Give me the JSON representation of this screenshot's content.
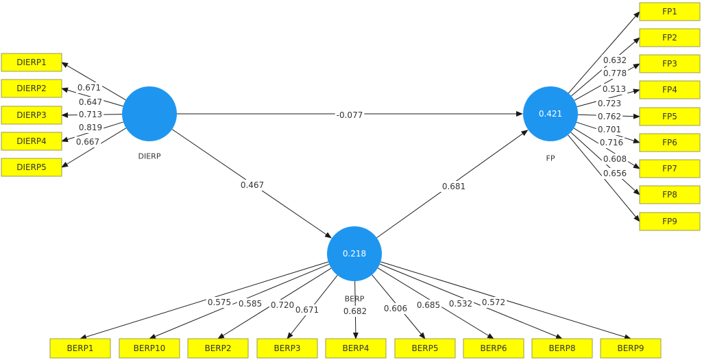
{
  "latents": {
    "DIERP": {
      "label": "DIERP",
      "value": ""
    },
    "FP": {
      "label": "FP",
      "value": "0.421"
    },
    "BERP": {
      "label": "BERP",
      "value": "0.218"
    }
  },
  "indicators": {
    "DIERP": [
      "DIERP1",
      "DIERP2",
      "DIERP3",
      "DIERP4",
      "DIERP5"
    ],
    "FP": [
      "FP1",
      "FP2",
      "FP3",
      "FP4",
      "FP5",
      "FP6",
      "FP7",
      "FP8",
      "FP9"
    ],
    "BERP": [
      "BERP1",
      "BERP10",
      "BERP2",
      "BERP3",
      "BERP4",
      "BERP5",
      "BERP6",
      "BERP8",
      "BERP9"
    ]
  },
  "loadings": {
    "DIERP": [
      "0.671",
      "0.647",
      "0.713",
      "0.819",
      "0.667"
    ],
    "FP": [
      "0.632",
      "0.778",
      "0.513",
      "0.723",
      "0.762",
      "0.701",
      "0.716",
      "0.608",
      "0.656"
    ],
    "BERP": [
      "0.575",
      "0.585",
      "0.720",
      "0.671",
      "0.682",
      "0.606",
      "0.685",
      "0.532",
      "0.572"
    ]
  },
  "paths": [
    {
      "from": "DIERP",
      "to": "FP",
      "coef": "-0.077"
    },
    {
      "from": "DIERP",
      "to": "BERP",
      "coef": "0.467"
    },
    {
      "from": "BERP",
      "to": "FP",
      "coef": "0.681"
    }
  ]
}
